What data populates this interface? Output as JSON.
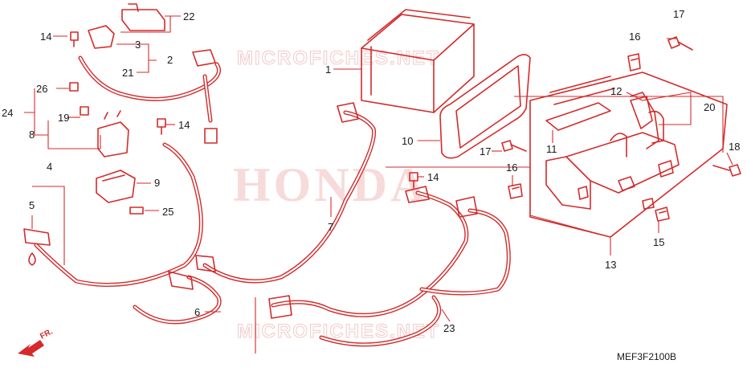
{
  "diagram": {
    "watermark_brand": "HONDA",
    "watermark_site": "MICROFICHES.NET",
    "drawing_code": "MEF3F2100B",
    "direction_label": "FR.",
    "callouts": {
      "c1": "1",
      "c2": "2",
      "c3": "3",
      "c4": "4",
      "c5": "5",
      "c6": "6",
      "c7": "7",
      "c8": "8",
      "c9": "9",
      "c10": "10",
      "c11": "11",
      "c12": "12",
      "c13": "13",
      "c14a": "14",
      "c14b": "14",
      "c14c": "14",
      "c15": "15",
      "c16a": "16",
      "c16b": "16",
      "c17a": "17",
      "c17b": "17",
      "c18": "18",
      "c19": "19",
      "c20": "20",
      "c21": "21",
      "c22": "22",
      "c23": "23",
      "c24": "24",
      "c25": "25",
      "c26": "26"
    },
    "colors": {
      "line": "#d42a2a",
      "label": "#1a1a1a",
      "watermark": "#f7dada"
    }
  }
}
